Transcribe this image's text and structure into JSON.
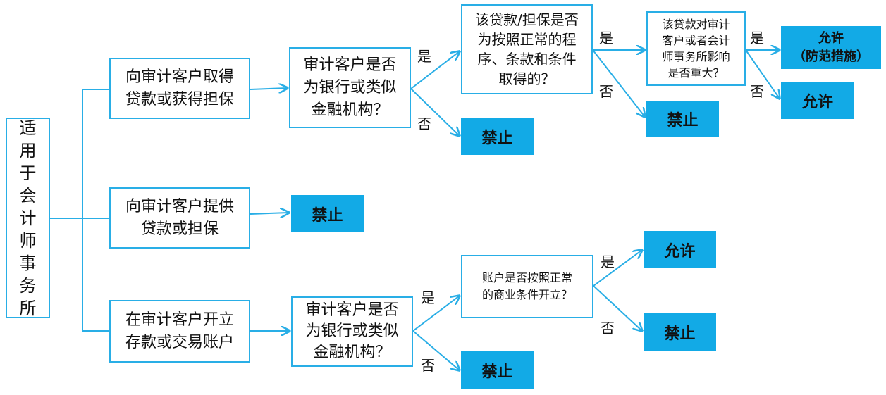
{
  "colors": {
    "line": "#29aee6",
    "box_border": "#29aee6",
    "fill": "#12aae6"
  },
  "root": {
    "label": "适用于会计师事务所"
  },
  "level1": {
    "loan_from_client": "向审计客户取得\n贷款或获得担保",
    "loan_to_client": "向审计客户提供\n贷款或担保",
    "account_at_client": "在审计客户开立\n存款或交易账户"
  },
  "questions": {
    "is_bank_1": "审计客户是否\n为银行或类似\n金融机构？",
    "is_bank_2": "审计客户是否\n为银行或类似\n金融机构？",
    "normal_procedure": "该贷款/担保是否\n为按照正常的程\n序、条款和条件\n取得的？",
    "significant": "该贷款对审计\n客户或者会计\n师事务所影响\n是否重大？",
    "account_normal": "账户是否按照正常\n的商业条件开立？"
  },
  "outcomes": {
    "prohibit": "禁止",
    "allow": "允许",
    "allow_safeguard": "允许\n（防范措施）"
  },
  "branch_labels": {
    "yes": "是",
    "no": "否"
  }
}
